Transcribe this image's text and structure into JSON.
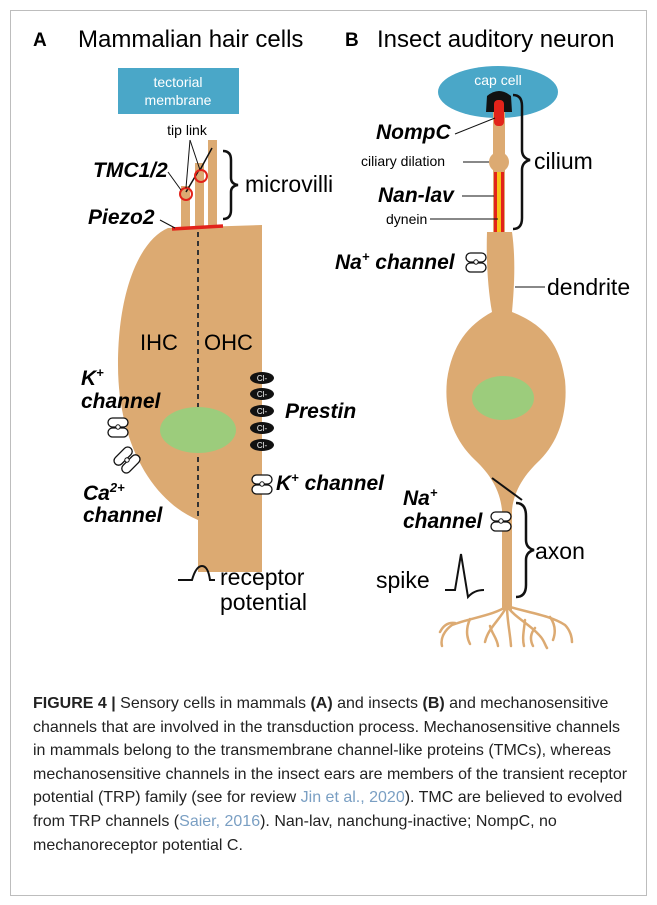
{
  "panelA": {
    "letter": "A",
    "title": "Mammalian hair cells",
    "tectorial_line1": "tectorial",
    "tectorial_line2": "membrane",
    "tip_link": "tip link",
    "tmc": "TMC1/2",
    "microvilli": "microvilli",
    "piezo": "Piezo2",
    "ihc": "IHC",
    "ohc": "OHC",
    "k_channel_1": "K",
    "k_channel_1_sup": "+",
    "k_channel_1_line2": "channel",
    "ca_channel": "Ca",
    "ca_channel_sup": "2+",
    "ca_channel_line2": "channel",
    "prestin": "Prestin",
    "cl_ion": "Cl-",
    "k_channel_2": "K",
    "k_channel_2_sup": "+",
    "k_channel_2_rest": " channel",
    "receptor_line1": "receptor",
    "receptor_line2": "potential"
  },
  "panelB": {
    "letter": "B",
    "title": "Insect auditory neuron",
    "cap_cell": "cap cell",
    "nompc": "NompC",
    "ciliary_dilation": "ciliary dilation",
    "cilium": "cilium",
    "nan_lav": "Nan-lav",
    "dynein": "dynein",
    "na_channel_1": "Na",
    "na_channel_1_sup": "+",
    "na_channel_1_rest": " channel",
    "dendrite": "dendrite",
    "na_channel_2": "Na",
    "na_channel_2_sup": "+",
    "na_channel_2_line2": "channel",
    "axon": "axon",
    "spike": "spike"
  },
  "caption": {
    "label": "FIGURE 4 |",
    "part1": " Sensory cells in mammals ",
    "a": "(A)",
    "part2": " and insects ",
    "b": "(B)",
    "part3": " and mechanosensitive channels that are involved in the transduction process. Mechanosensitive channels in mammals belong to the transmembrane channel-like proteins (TMCs), whereas mechanosensitive channels in the insect ears are members of the transient receptor potential (TRP) family (see for review ",
    "ref1": "Jin et al., 2020",
    "part4": "). TMC are believed to evolved from TRP channels (",
    "ref2": "Saier, 2016",
    "part5": "). Nan-lav, nanchung-inactive; NompC, no mechanoreceptor potential C."
  },
  "colors": {
    "cell": "#dcaa72",
    "nucleus": "#9ccc7c",
    "tectorial": "#4aa7c8",
    "cap_cell": "#4aa7c8",
    "red": "#e2231a",
    "yellow": "#f6c21a",
    "ref_link": "#7a9fc3"
  }
}
